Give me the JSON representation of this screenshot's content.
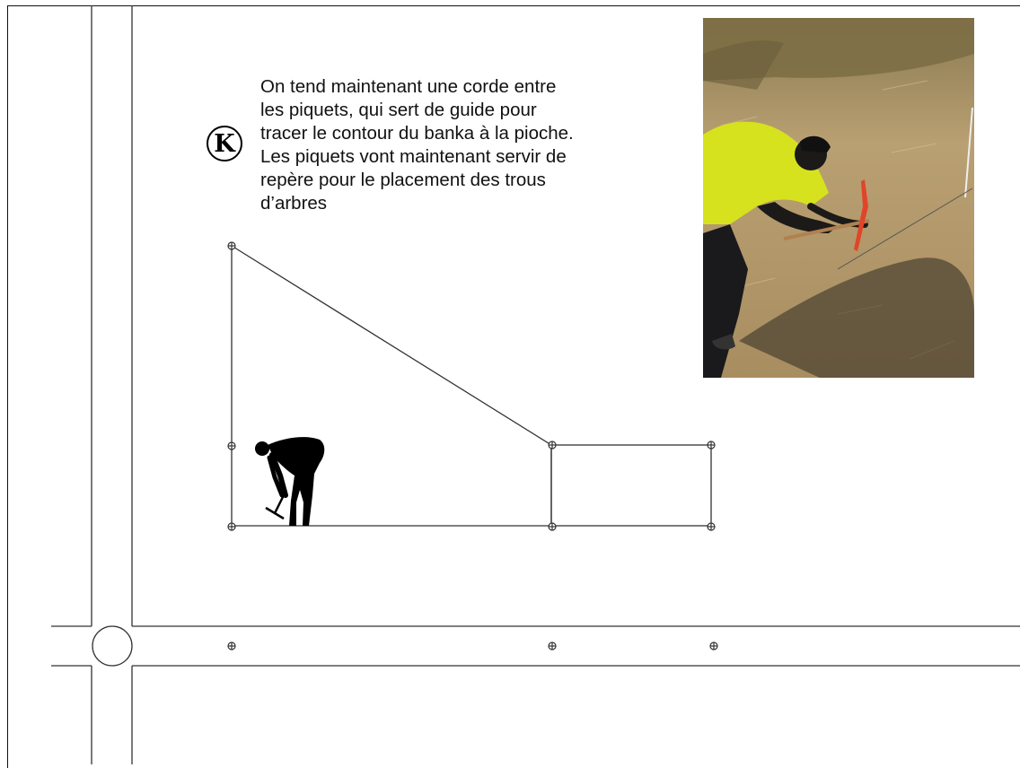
{
  "step": {
    "letter": "K"
  },
  "caption": "On tend maintenant une corde entre\nles piquets, qui sert de guide pour\ntracer le contour du banka à la pioche.\nLes piquets vont maintenant servir de\nrepère pour le placement des trous\nd’arbres",
  "colors": {
    "line": "#333333",
    "stake": "#333333",
    "ground": "#b49a6e",
    "shirt": "#d6e21e",
    "pickaxe": "#e0452a"
  },
  "icons": {
    "stake": "stake-marker-icon",
    "worker": "worker-with-pickaxe-icon",
    "roundabout": "roundabout-circle"
  }
}
